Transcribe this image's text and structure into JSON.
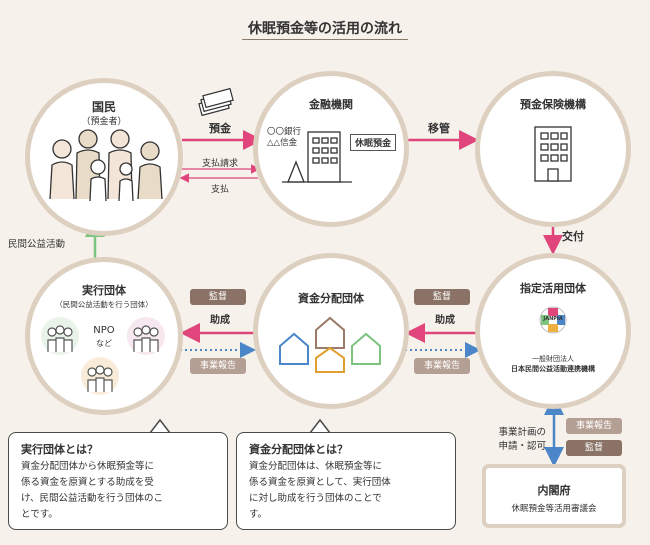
{
  "title": "休眠預金等の活用の流れ",
  "people": {
    "name": "国民",
    "sub": "（預金者）"
  },
  "bank": {
    "name": "金融機関",
    "lines": [
      "〇〇銀行",
      "△△信金"
    ],
    "tag": "休眠預金"
  },
  "insurer": {
    "name": "預金保険機構"
  },
  "designated": {
    "name": "指定活用団体",
    "logo": "JANPIA",
    "org1": "一般財団法人",
    "org2": "日本民間公益活動連携機構"
  },
  "distributor": {
    "name": "資金分配団体"
  },
  "executor": {
    "name": "実行団体",
    "sub": "（民間公益活動を行う団体）",
    "npo1": "NPO",
    "npo2": "など"
  },
  "cabinet": {
    "name": "内閣府",
    "sub": "休眠預金等活用審議会"
  },
  "arrows": {
    "deposit": "預金",
    "claim": "支払請求",
    "payment": "支払",
    "transfer": "移管",
    "grant": "交付",
    "public_activity": "民間公益活動",
    "plan1": "事業計画の",
    "plan2": "申請・認可"
  },
  "tags": {
    "supervise": "監督",
    "subsidy": "助成",
    "report": "事業報告"
  },
  "info_executor": {
    "title": "実行団体とは？",
    "lines": [
      "資金分配団体から休眠預金等に",
      "係る資金を原資とする助成を受",
      "け、民間公益活動を行う団体のこ",
      "とです。"
    ]
  },
  "info_distributor": {
    "title": "資金分配団体とは？",
    "lines": [
      "資金分配団体は、休眠預金等に",
      "係る資金を原資として、実行団体",
      "に対し助成を行う団体のことで",
      "す。"
    ]
  },
  "colors": {
    "pink": "#e0457b",
    "green": "#7cc47f",
    "blue": "#4a86c8",
    "tag": "#8a7366"
  }
}
